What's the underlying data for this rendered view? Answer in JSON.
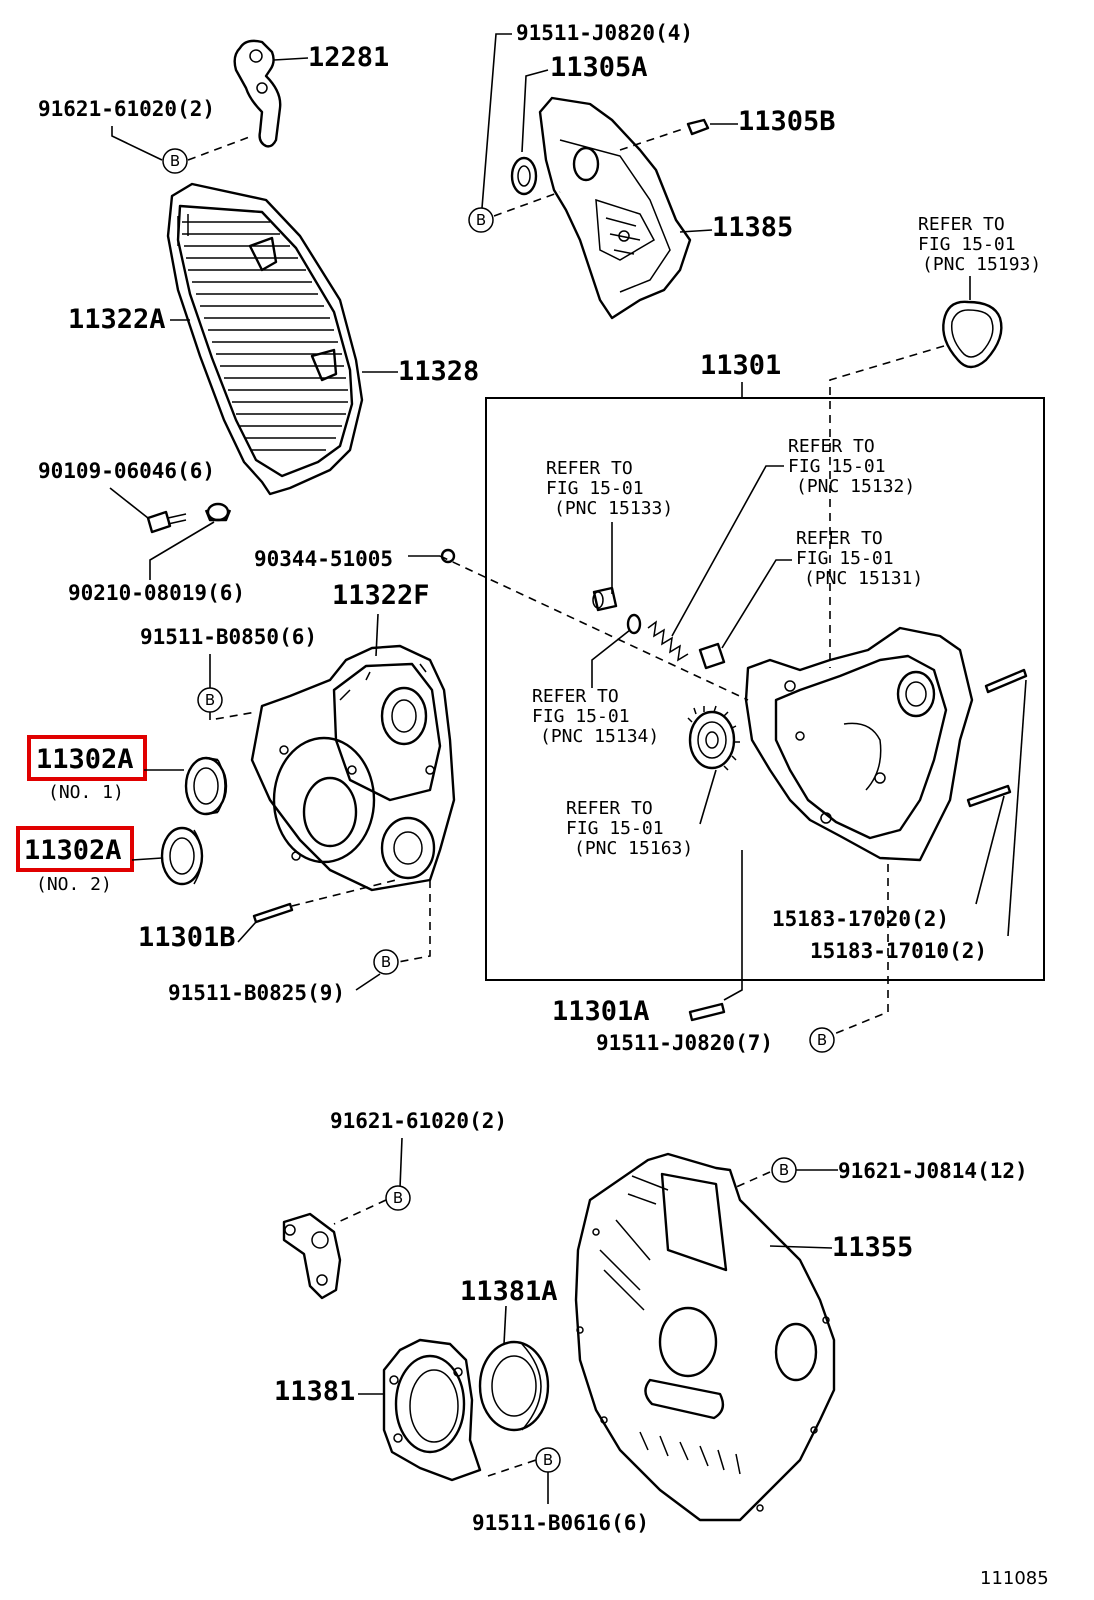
{
  "colors": {
    "highlight": "#e00000",
    "ink": "#000000"
  },
  "labels": {
    "p12281": "12281",
    "p91621_61020_top": "91621-61020(2)",
    "p11322A": "11322A",
    "p11328": "11328",
    "p90109": "90109-06046(6)",
    "p90210": "90210-08019(6)",
    "p91511_J0820_4": "91511-J0820(4)",
    "p11305A": "11305A",
    "p11305B": "11305B",
    "p11385": "11385",
    "p11301": "11301",
    "p90344": "90344-51005",
    "p11322F": "11322F",
    "p91511_B0850": "91511-B0850(6)",
    "p11302A_1": "11302A",
    "no1": "(NO. 1)",
    "p11302A_2": "11302A",
    "no2": "(NO. 2)",
    "p11301B": "11301B",
    "p91511_B0825": "91511-B0825(9)",
    "p15183_17020": "15183-17020(2)",
    "p15183_17010": "15183-17010(2)",
    "p11301A": "11301A",
    "p91511_J0820_7": "91511-J0820(7)",
    "p91621_61020_bot": "91621-61020(2)",
    "p91621_J0814": "91621-J0814(12)",
    "p11355": "11355",
    "p11381A": "11381A",
    "p11381": "11381",
    "p91511_B0616": "91511-B0616(6)",
    "fig_number": "111085"
  },
  "refers": {
    "r15193": {
      "l1": "REFER TO",
      "l2": "FIG 15-01",
      "l3": "(PNC 15193)"
    },
    "r15133": {
      "l1": "REFER TO",
      "l2": "FIG 15-01",
      "l3": "(PNC 15133)"
    },
    "r15132": {
      "l1": "REFER TO",
      "l2": "FIG 15-01",
      "l3": "(PNC 15132)"
    },
    "r15131": {
      "l1": "REFER TO",
      "l2": "FIG 15-01",
      "l3": "(PNC 15131)"
    },
    "r15134": {
      "l1": "REFER TO",
      "l2": "FIG 15-01",
      "l3": "(PNC 15134)"
    },
    "r15163": {
      "l1": "REFER TO",
      "l2": "FIG 15-01",
      "l3": "(PNC 15163)"
    }
  },
  "bolt_marker": "B"
}
